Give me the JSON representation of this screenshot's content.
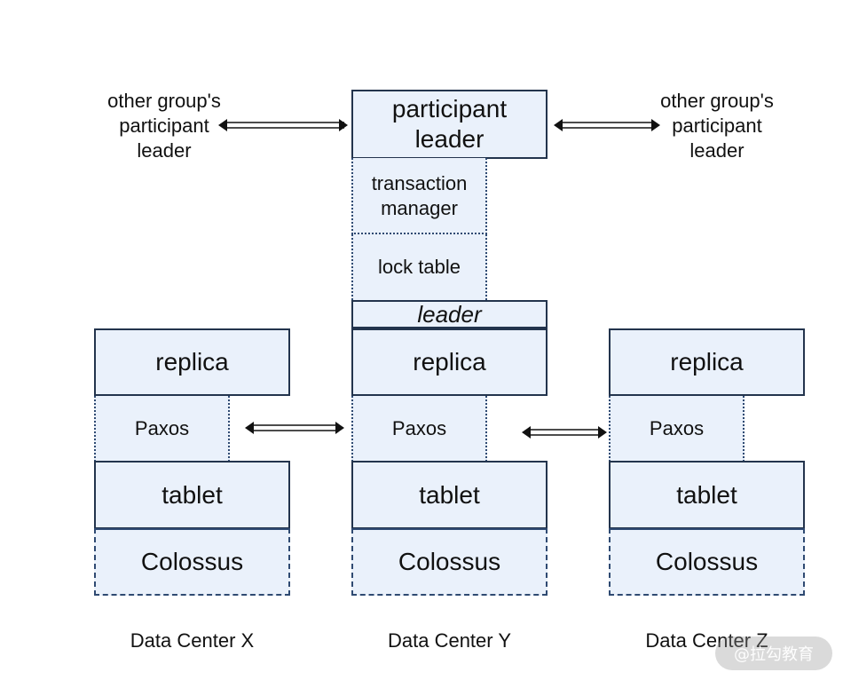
{
  "left_external": {
    "line1": "other group's",
    "line2": "participant",
    "line3": "leader"
  },
  "right_external": {
    "line1": "other group's",
    "line2": "participant",
    "line3": "leader"
  },
  "center_top": {
    "participant_leader": {
      "line1": "participant",
      "line2": "leader"
    },
    "transaction_manager": {
      "line1": "transaction",
      "line2": "manager"
    },
    "lock_table": "lock table",
    "leader_label": "leader"
  },
  "columns": [
    {
      "replica": "replica",
      "paxos": "Paxos",
      "tablet": "tablet",
      "colossus": "Colossus",
      "footer": "Data Center X"
    },
    {
      "replica": "replica",
      "paxos": "Paxos",
      "tablet": "tablet",
      "colossus": "Colossus",
      "footer": "Data Center Y"
    },
    {
      "replica": "replica",
      "paxos": "Paxos",
      "tablet": "tablet",
      "colossus": "Colossus",
      "footer": "Data Center Z"
    }
  ],
  "watermark": "@拉勾教育"
}
